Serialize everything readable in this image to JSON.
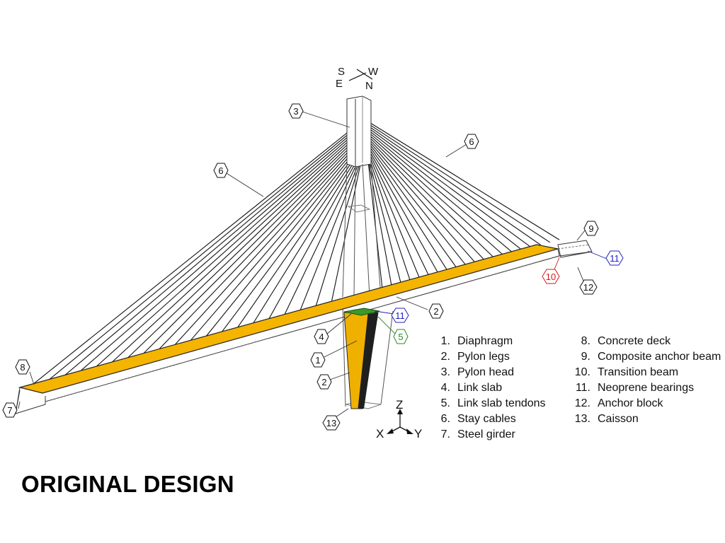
{
  "title": "ORIGINAL DESIGN",
  "compass": {
    "s": "S",
    "w": "W",
    "e": "E",
    "n": "N"
  },
  "axes": {
    "z": "Z",
    "x": "X",
    "y": "Y"
  },
  "legend_left": [
    {
      "num": "1.",
      "label": "Diaphragm"
    },
    {
      "num": "2.",
      "label": "Pylon legs"
    },
    {
      "num": "3.",
      "label": "Pylon head"
    },
    {
      "num": "4.",
      "label": "Link slab"
    },
    {
      "num": "5.",
      "label": "Link slab tendons"
    },
    {
      "num": "6.",
      "label": "Stay cables"
    },
    {
      "num": "7.",
      "label": "Steel girder"
    }
  ],
  "legend_right": [
    {
      "num": "8.",
      "label": "Concrete deck"
    },
    {
      "num": "9.",
      "label": "Composite anchor beam"
    },
    {
      "num": "10.",
      "label": "Transition beam"
    },
    {
      "num": "11.",
      "label": "Neoprene bearings"
    },
    {
      "num": "12.",
      "label": "Anchor block"
    },
    {
      "num": "13.",
      "label": "Caisson"
    }
  ],
  "callouts": {
    "c3": "3",
    "c6a": "6",
    "c6b": "6",
    "c9": "9",
    "c11a": "11",
    "c10": "10",
    "c12": "12",
    "c2a": "2",
    "c11b": "11",
    "c5": "5",
    "c4": "4",
    "c1": "1",
    "c2b": "2",
    "c8": "8",
    "c7": "7",
    "c13": "13"
  },
  "colors": {
    "deck": "#f5b400",
    "pylon_fill": "#f0b000",
    "green_slab": "#3a9a28",
    "blue_label": "#1f1fbf",
    "red_label": "#d41a1a",
    "green_label": "#2a8a2a",
    "line": "#111111"
  }
}
